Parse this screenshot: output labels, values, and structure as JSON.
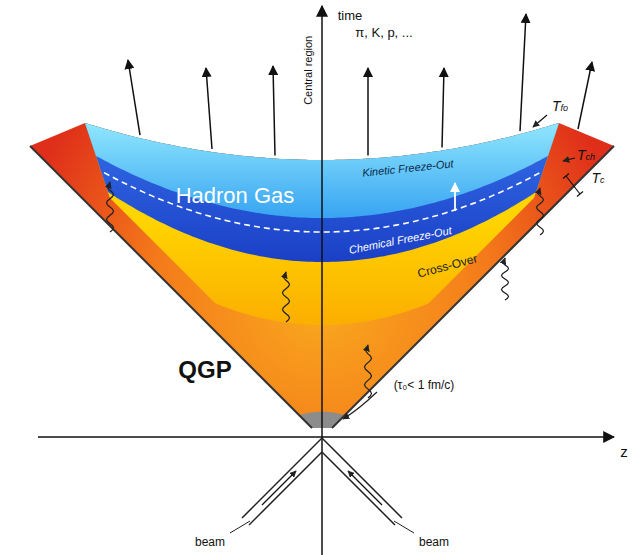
{
  "diagram": {
    "nodes": [
      {
        "text": [
          "Hadron Gas"
        ]
      },
      {
        "text": [
          "Cross-Over"
        ]
      },
      {
        "text": [
          "QGP"
        ]
      }
    ],
    "labels": [
      "time",
      "Central region",
      "π, K, p, ...",
      "Tfo",
      "Tch",
      "Tc",
      "Kinetic Freeze-Out",
      "Chemical Freeze-Out",
      "(τ₀< 1 fm/c)",
      "z",
      "beam",
      "beam"
    ]
  }
}
